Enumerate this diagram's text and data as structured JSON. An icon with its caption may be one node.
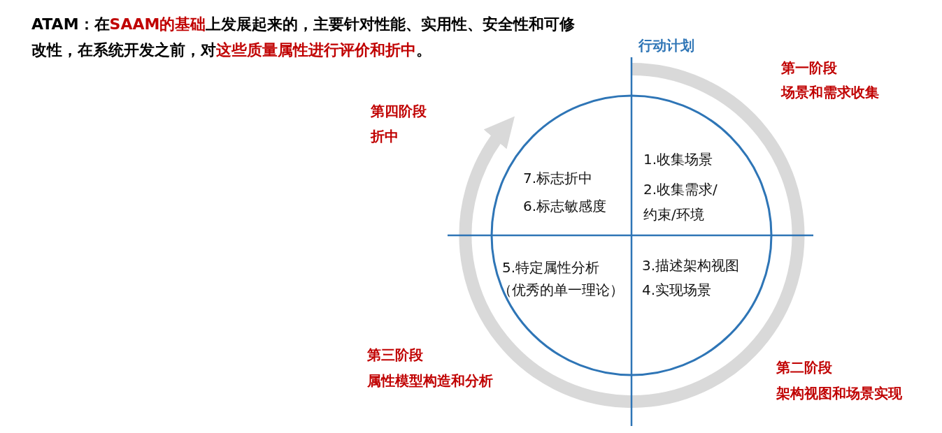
{
  "diagram": {
    "title": "ATAM：在**SAAM的基础**上发展起来的，主要针对性能、实用性、安全性和可修改性，在系统开发之前，对**这些质量属性进行评价和折中**。",
    "labels": [
      "行动计划",
      "第一阶段",
      "场景和需求收集",
      "第四阶段",
      "折中",
      "7.标志折中",
      "6.标志敏感度",
      "1.收集场景",
      "2.收集需求/约束/环境",
      "5.特定属性分析",
      "（优秀的单一理论）",
      "3.描述架构视图",
      "4.实现场景",
      "第三阶段",
      "属性模型构造和分析",
      "第二阶段",
      "架构视图和场景实现"
    ]
  }
}
